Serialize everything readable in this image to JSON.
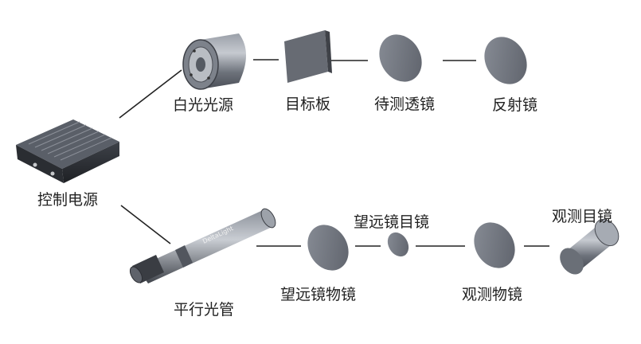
{
  "diagram": {
    "labels": {
      "white_light_source": "白光光源",
      "target_plate": "目标板",
      "lens_under_test": "待测透镜",
      "mirror": "反射镜",
      "control_power_supply": "控制电源",
      "collimator": "平行光管",
      "telescope_objective": "望远镜物镜",
      "telescope_eyepiece": "望远镜目镜",
      "observation_objective": "观测物镜",
      "observation_eyepiece": "观测目镜"
    },
    "collimator_brand_text": "DeltaLight",
    "colors": {
      "metal_dark": "#555a63",
      "metal_mid": "#7b808a",
      "metal_light": "#b3b8c0",
      "lens": "#6e737c",
      "line": "#222222"
    }
  }
}
